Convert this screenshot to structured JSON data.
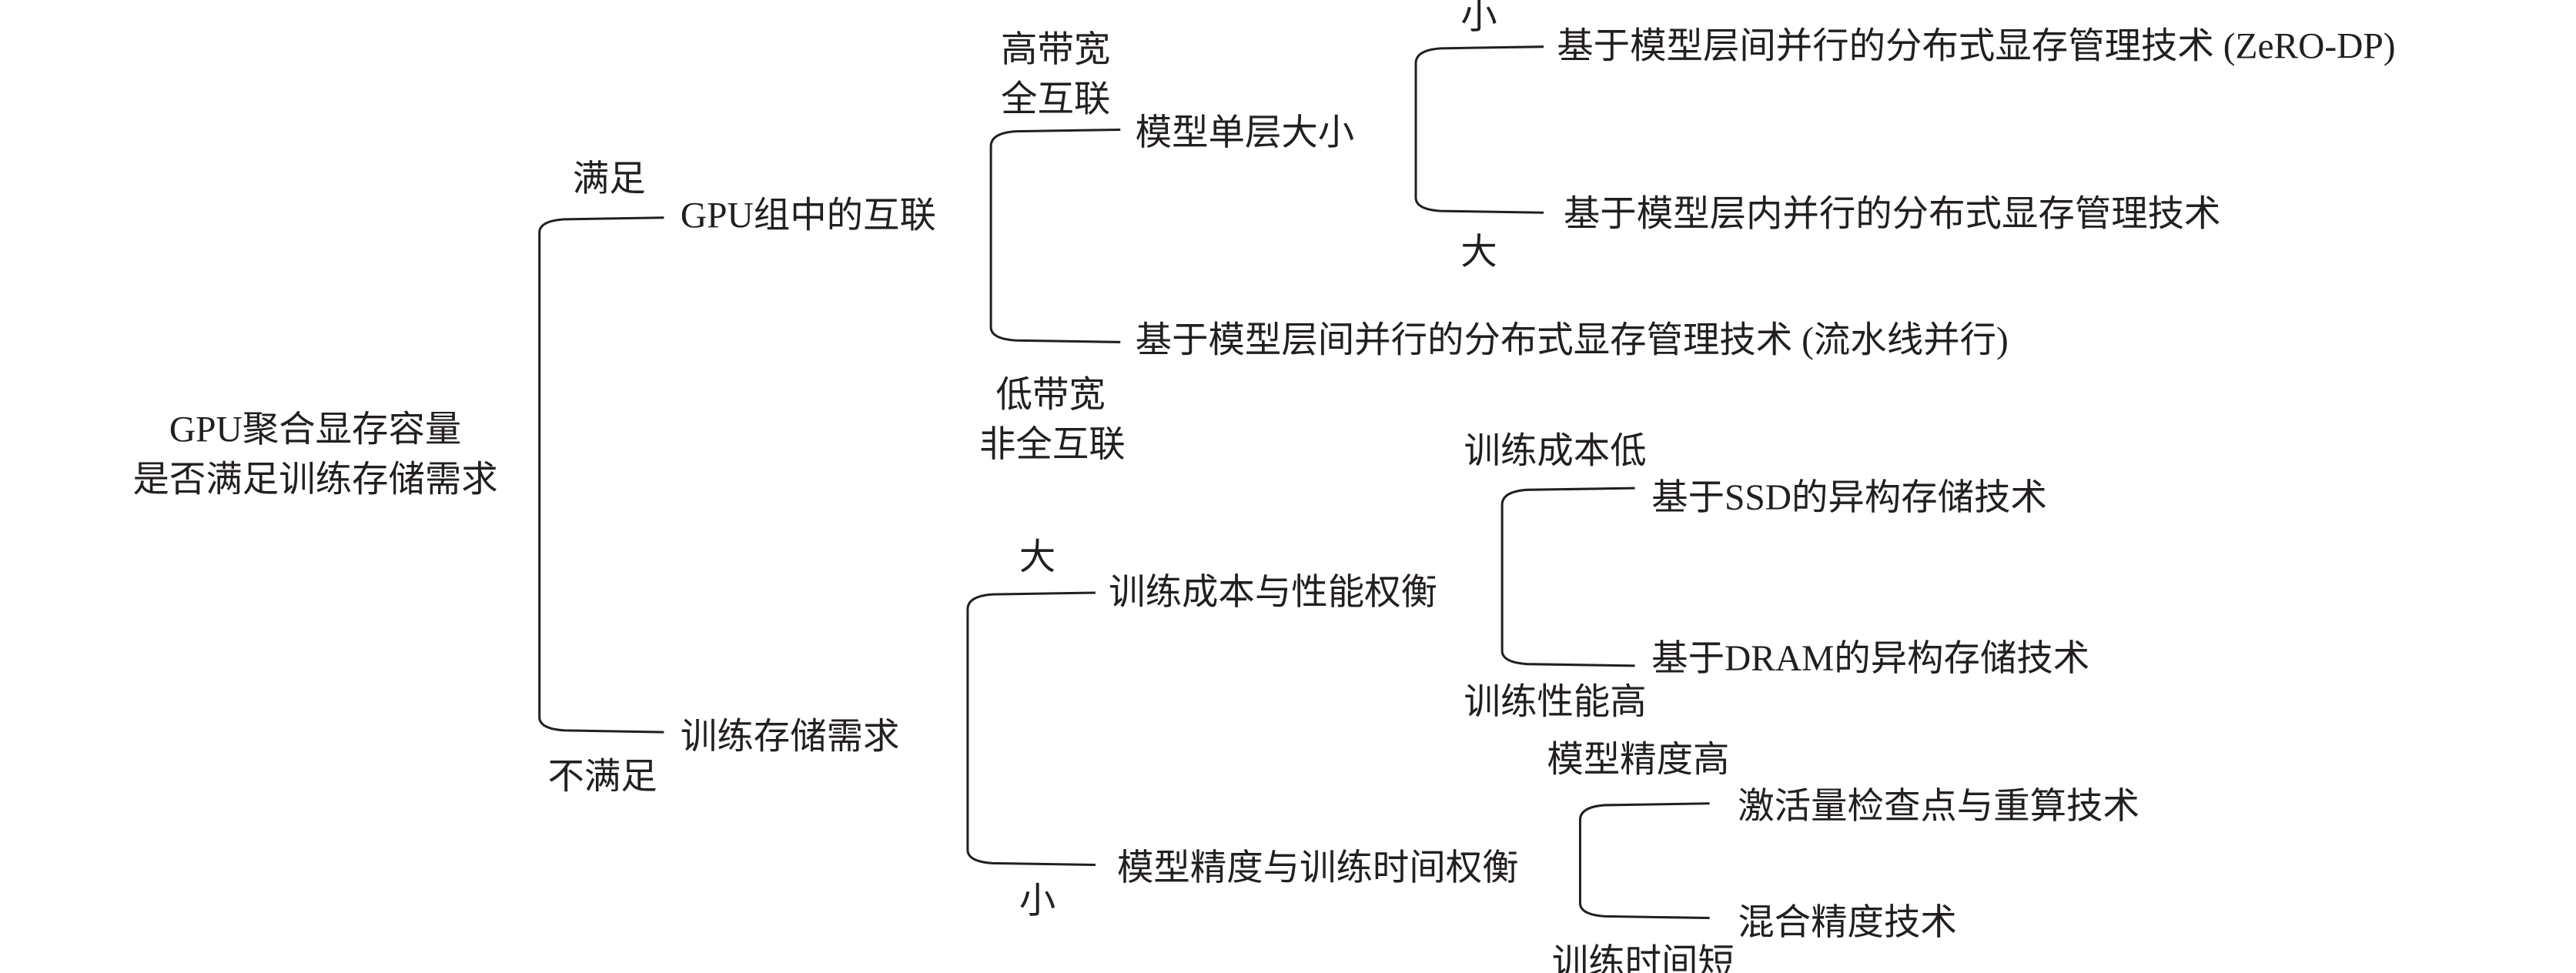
{
  "root": {
    "line1": "GPU聚合显存容量",
    "line2": "是否满足训练存储需求"
  },
  "level1": {
    "satisfied_label": "满足",
    "satisfied_node": "GPU组中的互联",
    "unsatisfied_label": "不满足",
    "unsatisfied_node": "训练存储需求"
  },
  "interconnect": {
    "high_bw_line1": "高带宽",
    "high_bw_line2": "全互联",
    "high_node": "模型单层大小",
    "low_bw_line1": "低带宽",
    "low_bw_line2": "非全互联",
    "low_node": "基于模型层间并行的分布式显存管理技术 (流水线并行)"
  },
  "layer_size": {
    "small_label": "小",
    "small_node": "基于模型层间并行的分布式显存管理技术 (ZeRO-DP)",
    "large_label": "大",
    "large_node": "基于模型层内并行的分布式显存管理技术"
  },
  "storage_need": {
    "large_label": "大",
    "large_node": "训练成本与性能权衡",
    "small_label": "小",
    "small_node": "模型精度与训练时间权衡"
  },
  "cost_perf": {
    "low_cost_label": "训练成本低",
    "low_cost_node": "基于SSD的异构存储技术",
    "high_perf_label": "训练性能高",
    "high_perf_node": "基于DRAM的异构存储技术"
  },
  "acc_time": {
    "high_acc_label": "模型精度高",
    "high_acc_node": "激活量检查点与重算技术",
    "short_time_label": "训练时间短",
    "short_time_node": "混合精度技术"
  }
}
